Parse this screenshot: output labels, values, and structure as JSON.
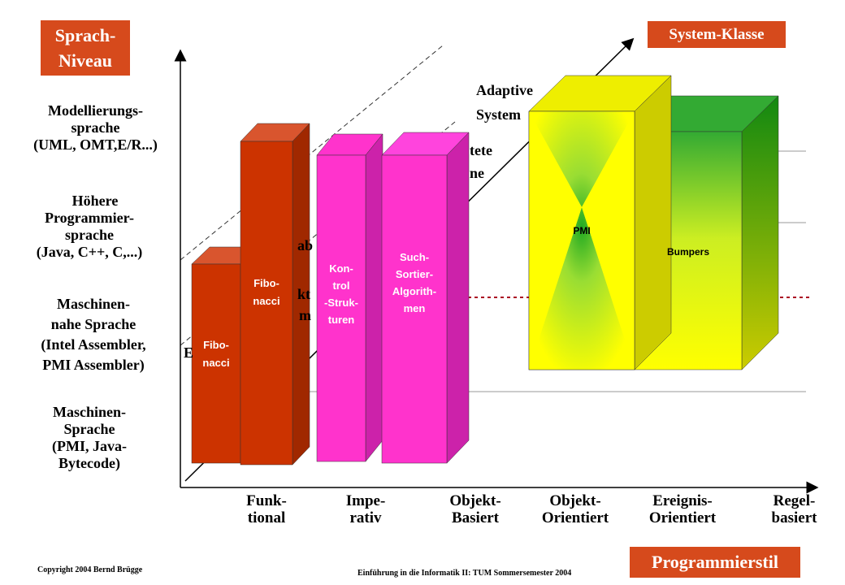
{
  "title_box": {
    "line1": "Sprach-",
    "line2": "Niveau"
  },
  "system_class_box": "System-Klasse",
  "programming_style_box": "Programmierstil",
  "levels": [
    {
      "lines": [
        "Modellierungs-",
        "sprache",
        "(UML, OMT,E/R...)"
      ]
    },
    {
      "lines": [
        "Höhere",
        "Programmier-",
        "sprache",
        "(Java, C++, C,...)"
      ]
    },
    {
      "lines": [
        "Maschinen-",
        "nahe Sprache",
        "(Intel Assembler,",
        "PMI Assembler)"
      ]
    },
    {
      "lines": [
        "Maschinen-",
        "Sprache",
        "(PMI, Java-",
        "Bytecode)"
      ]
    }
  ],
  "styles": [
    {
      "line1": "Funk-",
      "line2": "tional"
    },
    {
      "line1": "Impe-",
      "line2": "rativ"
    },
    {
      "line1": "Objekt-",
      "line2": "Basiert"
    },
    {
      "line1": "Objekt-",
      "line2": "Orientiert"
    },
    {
      "line1": "Ereignis-",
      "line2": "Orientiert"
    },
    {
      "line1": "Regel-",
      "line2": "basiert"
    }
  ],
  "system_labels": {
    "adaptive_line1": "Adaptive",
    "adaptive_line2": "System",
    "partial_tete": "tete",
    "partial_ne": "ne",
    "partial_ab": "ab",
    "partial_kt": "kt",
    "partial_m": "m",
    "partial_e": "E"
  },
  "bars": {
    "fibo_short": [
      "Fibo-",
      "nacci"
    ],
    "fibo_tall": [
      "Fibo-",
      "nacci"
    ],
    "kontrol": [
      "Kon-",
      "trol",
      "-Struk-",
      "turen"
    ],
    "such": [
      "Such-",
      "Sortier-",
      "Algorith-",
      "men"
    ],
    "pmi": "PMI",
    "bumpers": "Bumpers"
  },
  "footer": {
    "copyright": "Copyright  2004  Bernd Brügge",
    "course": "Einführung in die Informatik II:  TUM Sommersemester 2004"
  },
  "colors": {
    "label_box": "#d64a1c",
    "red_bar": "#cc3300",
    "magenta_bar": "#ff33cc",
    "yellow_bar": "#ffff00",
    "green_bar": "#33aa33",
    "dotted_red": "#aa0022"
  }
}
